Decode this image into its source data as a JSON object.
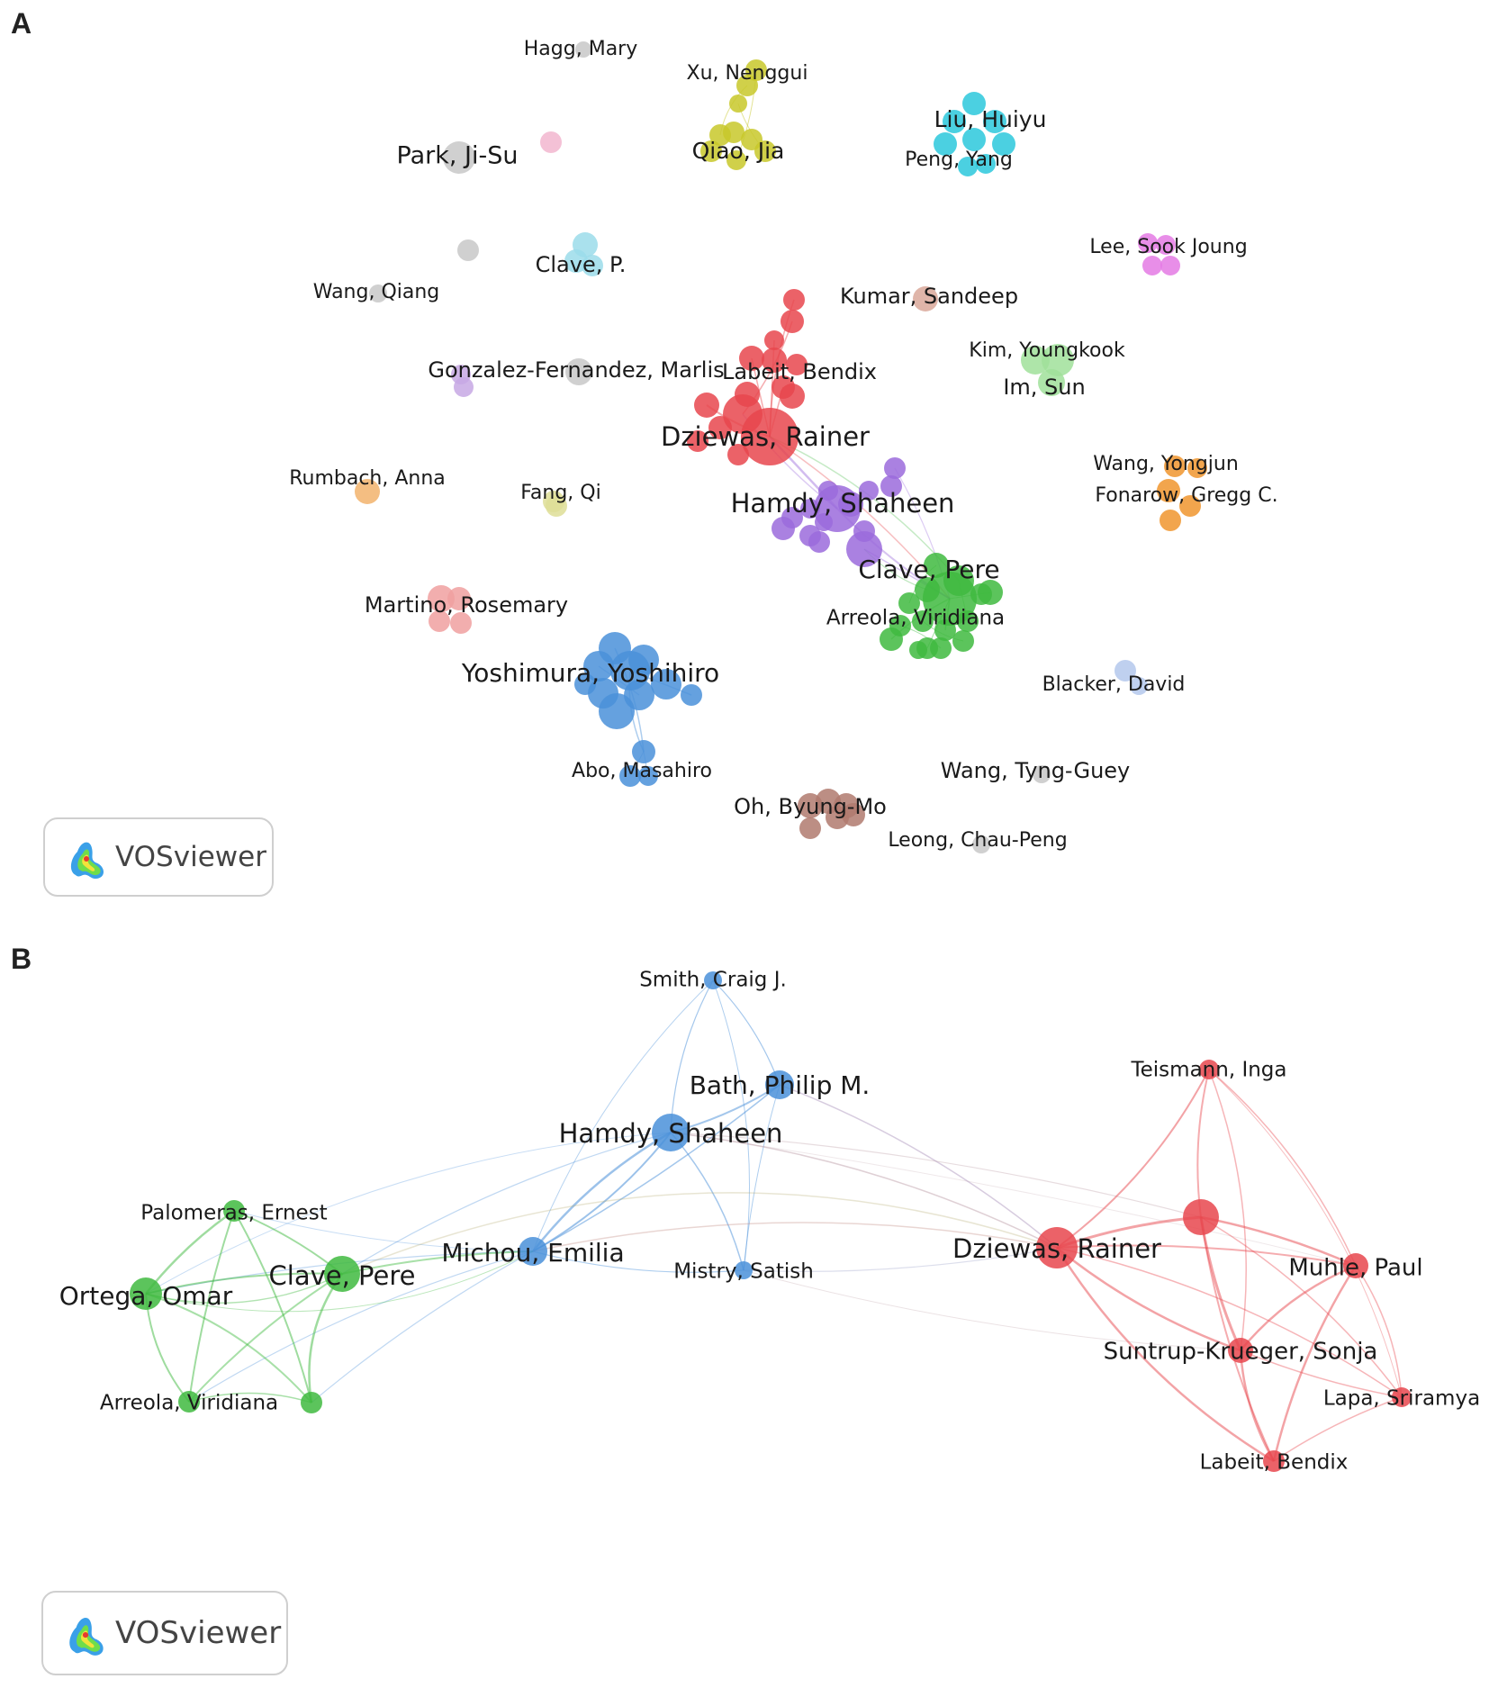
{
  "panels": [
    {
      "id": "A",
      "letter": "A",
      "watermark": "VOSviewer",
      "labels": [
        {
          "text": "Hagg, Mary",
          "cluster": "grey"
        },
        {
          "text": "Xu, Nenggui",
          "cluster": "yellow"
        },
        {
          "text": "Park, Ji-Su",
          "cluster": "grey"
        },
        {
          "text": "Qiao, Jia",
          "cluster": "yellow"
        },
        {
          "text": "Liu, Huiyu",
          "cluster": "cyan"
        },
        {
          "text": "Peng, Yang",
          "cluster": "cyan"
        },
        {
          "text": "Lee, Sook Joung",
          "cluster": "magenta"
        },
        {
          "text": "Clave, P.",
          "cluster": "lightcyan"
        },
        {
          "text": "Wang, Qiang",
          "cluster": "grey"
        },
        {
          "text": "Kumar, Sandeep",
          "cluster": "brownpink"
        },
        {
          "text": "Kim, Youngkook",
          "cluster": "lightgreen"
        },
        {
          "text": "Im, Sun",
          "cluster": "lightgreen"
        },
        {
          "text": "Gonzalez-Fernandez, Marlis",
          "cluster": "grey"
        },
        {
          "text": "Labeit, Bendix",
          "cluster": "red"
        },
        {
          "text": "Dziewas, Rainer",
          "cluster": "red"
        },
        {
          "text": "Wang, Yongjun",
          "cluster": "orange"
        },
        {
          "text": "Rumbach, Anna",
          "cluster": "orange"
        },
        {
          "text": "Fang, Qi",
          "cluster": "khaki"
        },
        {
          "text": "Hamdy, Shaheen",
          "cluster": "purple"
        },
        {
          "text": "Fonarow, Gregg C.",
          "cluster": "orange"
        },
        {
          "text": "Clave, Pere",
          "cluster": "green"
        },
        {
          "text": "Martino, Rosemary",
          "cluster": "pink"
        },
        {
          "text": "Arreola, Viridiana",
          "cluster": "green"
        },
        {
          "text": "Yoshimura, Yoshihiro",
          "cluster": "blue"
        },
        {
          "text": "Blacker, David",
          "cluster": "lightblue"
        },
        {
          "text": "Abo, Masahiro",
          "cluster": "blue"
        },
        {
          "text": "Wang, Tyng-Guey",
          "cluster": "grey"
        },
        {
          "text": "Oh, Byung-Mo",
          "cluster": "brown"
        },
        {
          "text": "Leong, Chau-Peng",
          "cluster": "grey"
        }
      ]
    },
    {
      "id": "B",
      "letter": "B",
      "watermark": "VOSviewer",
      "labels": [
        {
          "text": "Smith, Craig J.",
          "cluster": "blue"
        },
        {
          "text": "Teismann, Inga",
          "cluster": "red"
        },
        {
          "text": "Bath, Philip M.",
          "cluster": "blue"
        },
        {
          "text": "Hamdy, Shaheen",
          "cluster": "blue"
        },
        {
          "text": "Palomeras, Ernest",
          "cluster": "green"
        },
        {
          "text": "Michou, Emilia",
          "cluster": "blue"
        },
        {
          "text": "Dziewas, Rainer",
          "cluster": "red"
        },
        {
          "text": "Clave, Pere",
          "cluster": "green"
        },
        {
          "text": "Mistry, Satish",
          "cluster": "blue"
        },
        {
          "text": "Muhle, Paul",
          "cluster": "red"
        },
        {
          "text": "Ortega, Omar",
          "cluster": "green"
        },
        {
          "text": "Suntrup-Krueger, Sonja",
          "cluster": "red"
        },
        {
          "text": "Lapa, Sriramya",
          "cluster": "red"
        },
        {
          "text": "Arreola, Viridiana",
          "cluster": "green"
        },
        {
          "text": "Labeit, Bendix",
          "cluster": "red"
        }
      ]
    }
  ],
  "colors": {
    "red": "#e8474d",
    "purple": "#9b6bdc",
    "green": "#3fba3f",
    "blue": "#4a90d9",
    "yellow": "#c8c82a",
    "cyan": "#2cc8dc",
    "lightcyan": "#9bdcea",
    "grey": "#c8c8c8",
    "magenta": "#e47ae4",
    "lightgreen": "#a0e09a",
    "orange": "#f0952e",
    "khaki": "#dede96",
    "pink": "#f0a0a0",
    "lightpink": "#f2b6cf",
    "brownpink": "#d9a89a",
    "brown": "#b07a6e",
    "lightblue": "#b4c8ec",
    "lightpurple": "#c7a8e4",
    "lightorange": "#f2b36c"
  }
}
